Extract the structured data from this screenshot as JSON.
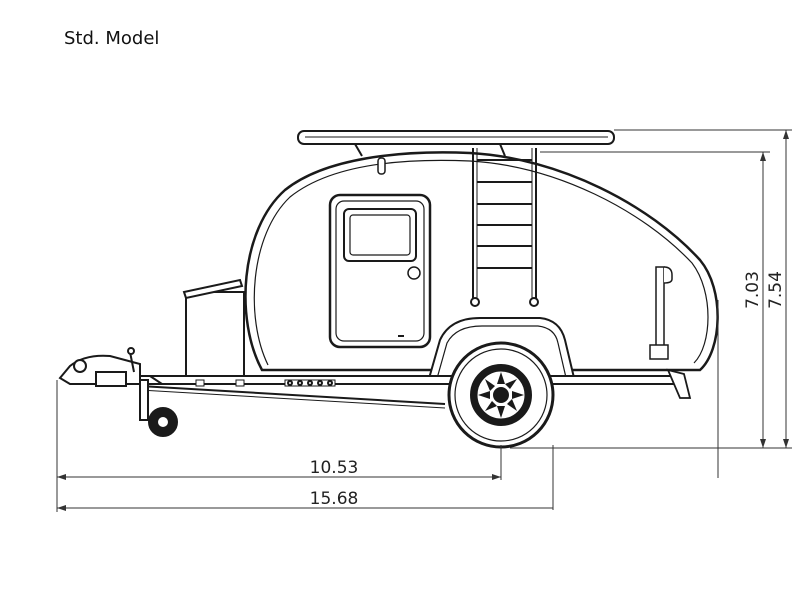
{
  "title": "Std. Model",
  "dimensions": {
    "length_to_axle": "10.53",
    "overall_length": "15.68",
    "body_height": "7.03",
    "overall_height": "7.54"
  },
  "colors": {
    "line": "#1a1a1a",
    "dim_line": "#333333",
    "background": "#ffffff"
  },
  "icons": [
    "teardrop-trailer-drawing",
    "wheel-icon",
    "jockey-wheel-icon",
    "ladder-icon",
    "door-icon"
  ]
}
